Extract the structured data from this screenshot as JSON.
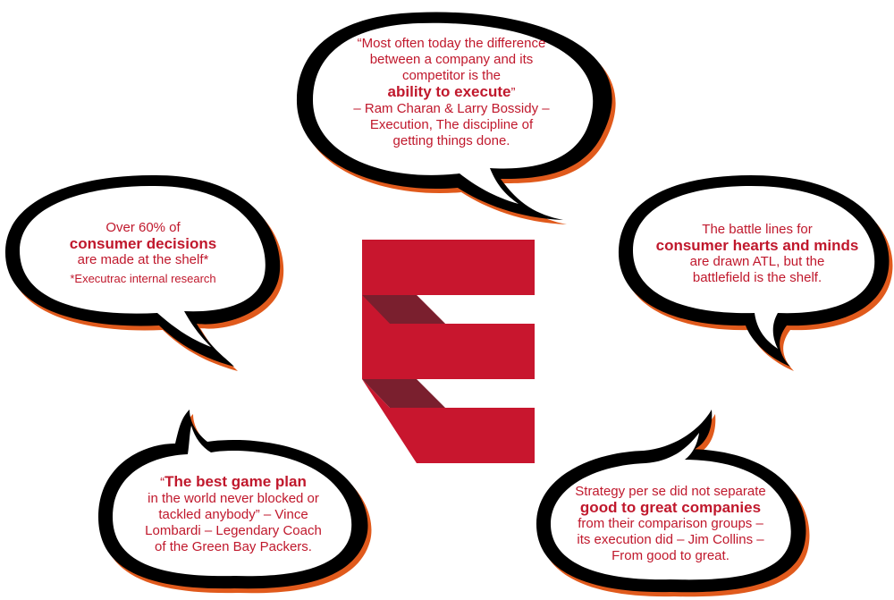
{
  "colors": {
    "accent": "#c8162e",
    "dark_fold": "#7a1f2e",
    "outline": "#000000",
    "shadow": "#e05a1c"
  },
  "logo": {
    "icon": "executrac-e-logo"
  },
  "bubbles": {
    "top": {
      "lines": [
        "“Most often today the difference",
        "between a company and its",
        "competitor is the",
        "ability to execute",
        "”",
        "– Ram Charan & Larry Bossidy –",
        "Execution, The discipline of",
        "getting things done."
      ]
    },
    "left": {
      "line1": "Over 60% of",
      "line2": "consumer decisions",
      "line3": "are made at the shelf*",
      "line4": "*Executrac internal research"
    },
    "right": {
      "line1": "The battle lines for",
      "line2": "consumer hearts and minds",
      "line3": "are drawn ATL, but the",
      "line4": "battlefield is the shelf."
    },
    "bottom_left": {
      "open_quote": "“",
      "line1": "The best game plan",
      "line2": "in the world never blocked or",
      "line3": "tackled anybody” – Vince",
      "line4": "Lombardi – Legendary Coach",
      "line5": "of the Green Bay Packers."
    },
    "bottom_right": {
      "line1": "Strategy per se did not separate",
      "line2": "good to great companies",
      "line3": "from their comparison groups –",
      "line4": "its execution did – Jim Collins –",
      "line5": "From good to great."
    }
  }
}
